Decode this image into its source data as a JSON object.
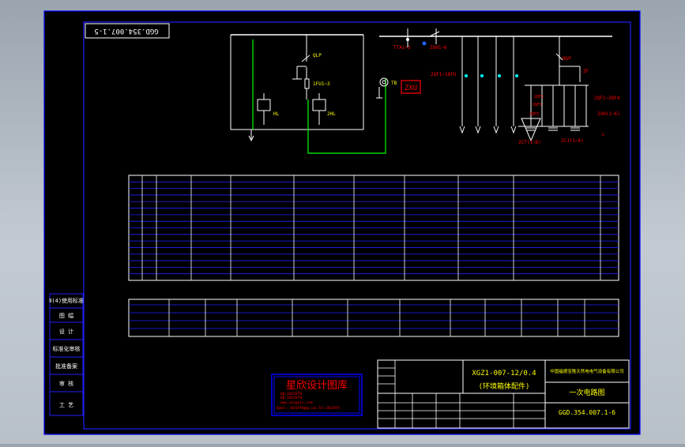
{
  "drawing": {
    "top_left_code": "GGD.354.007.1-5",
    "title_line1": "XGZ1-007-12/0.4",
    "title_line2": "(环境箱体配件)",
    "org_name": "中国福德宝隆天然电电气设备有限公司",
    "doc_title": "一次电路图",
    "doc_code": "GGD.354.007.1-6"
  },
  "circuit_labels": {
    "qlp": "QLP",
    "fu": "1FU1~3",
    "hl": "HL",
    "hl2": "2HL",
    "tb": "TB",
    "zxu": "ZXU",
    "tta": "TTA1~3",
    "zxh": "ZXH1~6",
    "qf": "2QF1~16FU",
    "nsp": "NSP",
    "zf": "ZF",
    "qf2": "2QF1~3QF4",
    "zxh2": "2XH(1~6)",
    "qf_left": "2QF1",
    "qf_left2": "2QF2",
    "qf_left3": "2QF3",
    "bottom1": "2CT(1~6)",
    "bottom2": "2C1(1~6)",
    "bottom3": "L"
  },
  "watermark": {
    "title": "星欣设计图库",
    "lines": [
      "QQ:1815979",
      "QQ:1815979",
      "www.xingxin.com",
      "Email: 1815979@qq.com  Tel:1815979"
    ]
  },
  "left_strip": [
    "Ⅱ(4)使用标准",
    "图 幅",
    "设 计",
    "标准化审核",
    "批准备案",
    "审 核",
    "工 艺"
  ],
  "colors": {
    "background": "#000000",
    "line": "#0000ff",
    "white": "#ffffff",
    "green": "#00ff00",
    "red": "#ff0000",
    "yellow": "#ffff00",
    "cyan": "#00ffff"
  }
}
